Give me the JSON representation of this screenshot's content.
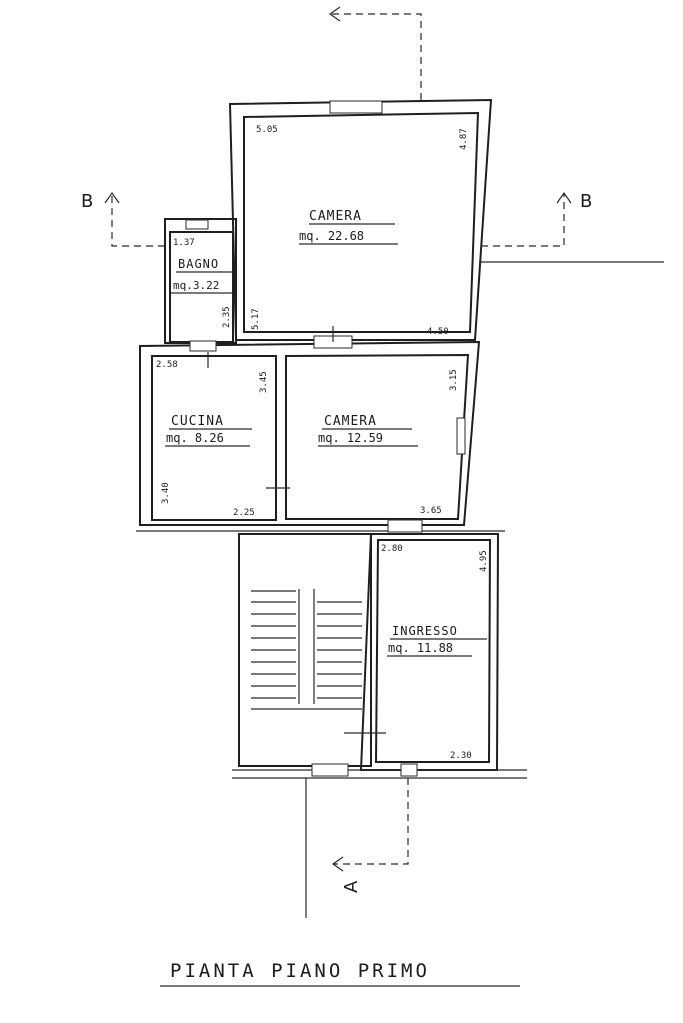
{
  "title": "PIANTA PIANO PRIMO",
  "section_labels": {
    "a": "A",
    "b_left": "B",
    "b_right": "B"
  },
  "rooms": {
    "camera1": {
      "name": "CAMERA",
      "area": "mq. 22.68"
    },
    "bagno": {
      "name": "BAGNO",
      "area": "mq.3.22"
    },
    "cucina": {
      "name": "CUCINA",
      "area": "mq. 8.26"
    },
    "camera2": {
      "name": "CAMERA",
      "area": "mq. 12.59"
    },
    "ingresso": {
      "name": "INGRESSO",
      "area": "mq. 11.88"
    }
  },
  "dimensions": {
    "camera1_width": "5.05",
    "camera1_right": "4.87",
    "camera1_left": "5.17",
    "camera1_bottom": "4.50",
    "bagno_width": "1.37",
    "bagno_height": "2.35",
    "cucina_width": "2.58",
    "cucina_height": "3.45",
    "cucina_left": "3.40",
    "cucina_bottom": "2.25",
    "camera2_height": "3.15",
    "camera2_bottom": "3.65",
    "ingresso_width": "2.80",
    "ingresso_height": "4.95",
    "ingresso_bottom": "2.30"
  }
}
